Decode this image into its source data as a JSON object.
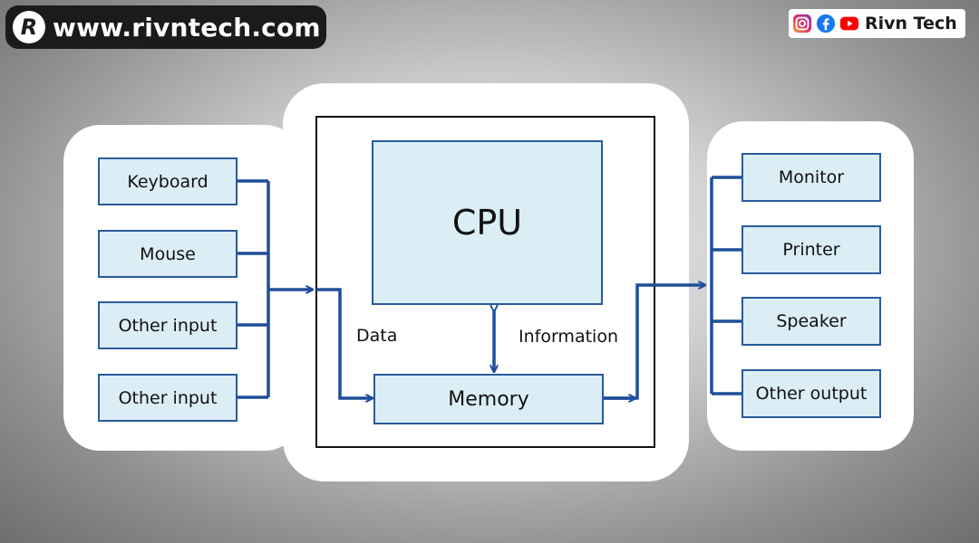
{
  "branding": {
    "logo_letter": "R",
    "website": "www.rivntech.com",
    "social_name": "Rivn Tech",
    "social_icons": [
      "instagram-icon",
      "facebook-icon",
      "youtube-icon"
    ]
  },
  "diagram": {
    "inputs": [
      "Keyboard",
      "Mouse",
      "Other input",
      "Other input"
    ],
    "outputs": [
      "Monitor",
      "Printer",
      "Speaker",
      "Other output"
    ],
    "cpu": "CPU",
    "memory": "Memory",
    "data_label": "Data",
    "information_label": "Information"
  },
  "colors": {
    "box_fill": "#dbeef6",
    "box_border": "#2a5a9a",
    "wire": "#1f4e9a",
    "frame": "#111111"
  }
}
